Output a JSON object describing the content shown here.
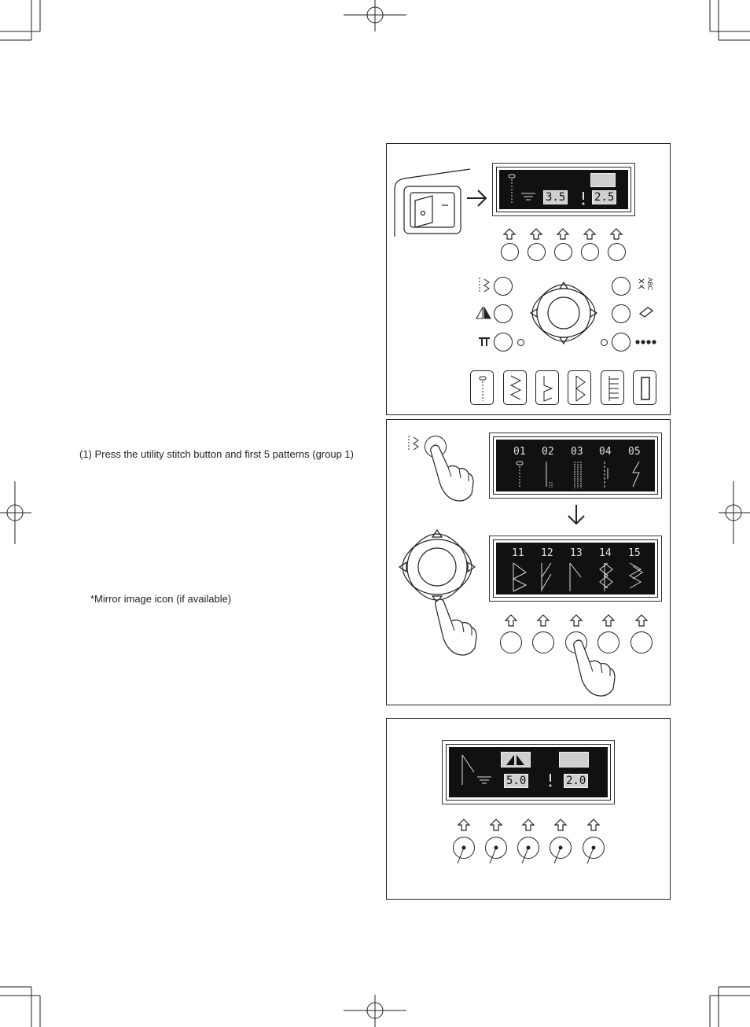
{
  "notes": {
    "step1": "(1) Press the utility stitch button and first 5 patterns (group 1)",
    "mirror": "*Mirror image icon (if available)"
  },
  "panel1": {
    "stitch_width": "3.5",
    "stitch_length": "2.5"
  },
  "panel2": {
    "group1_numbers": [
      "01",
      "02",
      "03",
      "04",
      "05"
    ],
    "group3_numbers": [
      "11",
      "12",
      "13",
      "14",
      "15"
    ]
  },
  "panel3": {
    "stitch_width": "5.0",
    "stitch_length": "2.0"
  },
  "icons": {
    "side_left": [
      "utility-stitch-icon",
      "mirror-image-icon",
      "tie-off-icon"
    ],
    "side_right": [
      "alphabet-icon",
      "eraser-icon",
      "memory-dots-icon"
    ],
    "stitch_buttons": [
      "straight-stitch-icon",
      "zigzag-stitch-icon",
      "blind-hem-icon",
      "stretch-stitch-icon",
      "overlock-icon",
      "buttonhole-icon"
    ]
  }
}
